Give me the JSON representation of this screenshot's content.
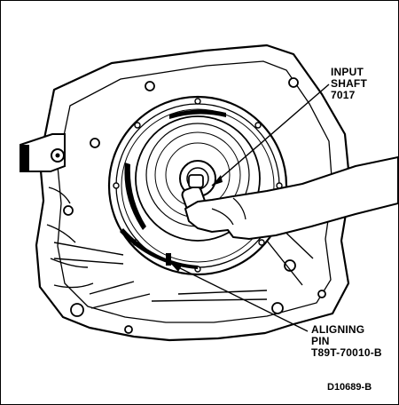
{
  "callouts": {
    "input_shaft": [
      "INPUT",
      "SHAFT",
      "7017"
    ],
    "aligning_pin": [
      "ALIGNING",
      "PIN",
      "T89T-70010-B"
    ]
  },
  "figure_id": "D10689-B",
  "colors": {
    "ink": "#000000",
    "paper": "#ffffff"
  }
}
